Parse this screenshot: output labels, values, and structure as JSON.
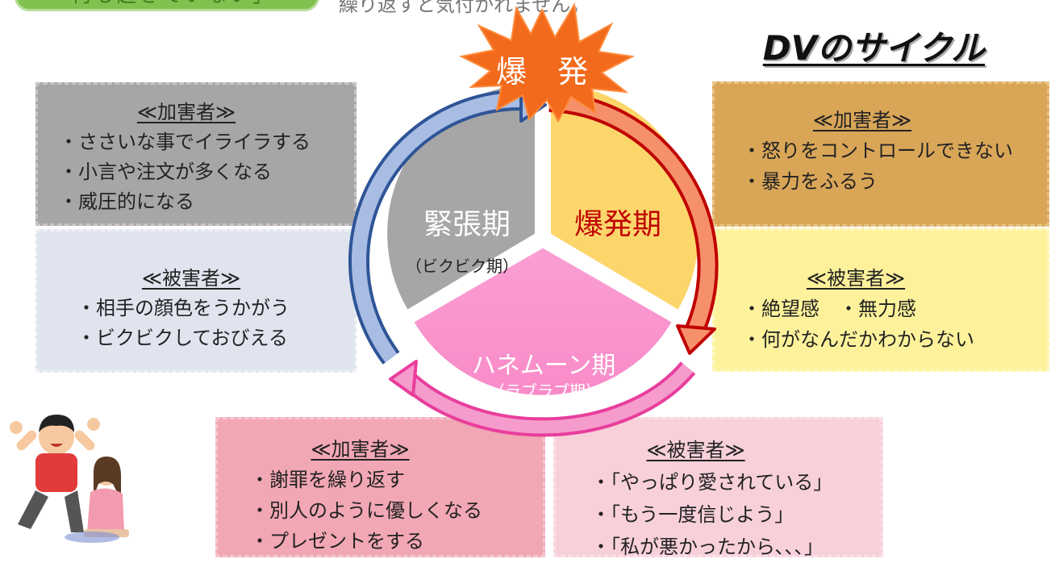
{
  "header": {
    "banner_label": "「何も起きていない」",
    "note_text": "繰り返すと気付かれません。"
  },
  "title": "DVのサイクル",
  "cycle": {
    "explosion_label": "爆　発",
    "phases": {
      "tension": {
        "label": "緊張期",
        "sub": "（ビクビク期）"
      },
      "explosion": {
        "label": "爆発期"
      },
      "honeymoon": {
        "label": "ハネムーン期",
        "sub": "（ラブラブ期）"
      }
    }
  },
  "boxes": {
    "tension_perpetrator": {
      "heading": "≪加害者≫",
      "lines": [
        "・ささいな事でイライラする",
        "・小言や注文が多くなる",
        "・威圧的になる"
      ]
    },
    "tension_victim": {
      "heading": "≪被害者≫",
      "lines": [
        "・相手の顔色をうかがう",
        "・ビクビクしておびえる"
      ]
    },
    "explosion_perpetrator": {
      "heading": "≪加害者≫",
      "lines": [
        "・怒りをコントロールできない",
        "・暴力をふるう"
      ]
    },
    "explosion_victim": {
      "heading": "≪被害者≫",
      "lines": [
        "・絶望感　・無力感",
        "・何がなんだかわからない"
      ]
    },
    "honeymoon_perpetrator": {
      "heading": "≪加害者≫",
      "lines": [
        "・謝罪を繰り返す",
        "・別人のように優しくなる",
        "・プレゼントをする"
      ]
    },
    "honeymoon_victim": {
      "heading": "≪被害者≫",
      "lines": [
        "・「やっぱり愛されている」",
        "・「もう一度信じよう」",
        "・「私が悪かったから､､､」"
      ]
    }
  },
  "colors": {
    "tension": "#a6a6a6",
    "explosion": "#fcd66b",
    "honeymoon": "#fb98d0",
    "arrow_blue": "#a9bde4",
    "arrow_red": "#f6906a",
    "arrow_pink": "#f37bbf",
    "burst": "#f26a1c"
  },
  "illustration": {
    "name": "couple-argument-illustration"
  }
}
